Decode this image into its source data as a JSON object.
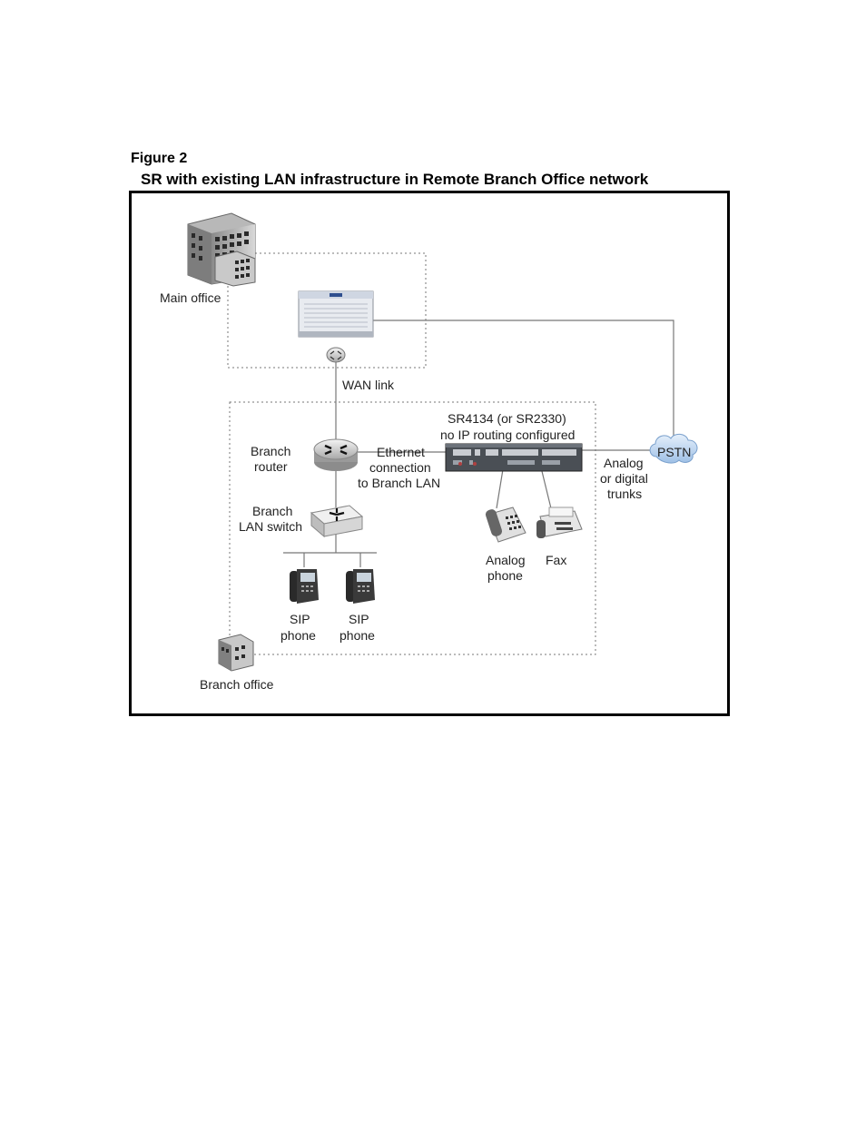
{
  "figure": {
    "label": "Figure 2",
    "caption": "SR with existing LAN infrastructure in Remote Branch Office network"
  },
  "labels": {
    "main_office": "Main office",
    "wan_link": "WAN link",
    "sr_model_line1": "SR4134 (or SR2330)",
    "sr_model_line2": "no IP routing configured",
    "branch_router_line1": "Branch",
    "branch_router_line2": "router",
    "ethernet_line1": "Ethernet",
    "ethernet_line2": "connection",
    "ethernet_line3": "to Branch LAN",
    "pstn": "PSTN",
    "trunks_line1": "Analog",
    "trunks_line2": "or digital",
    "trunks_line3": "trunks",
    "switch_line1": "Branch",
    "switch_line2": "LAN switch",
    "analog_phone_line1": "Analog",
    "analog_phone_line2": "phone",
    "fax": "Fax",
    "sip_phone1_line1": "SIP",
    "sip_phone1_line2": "phone",
    "sip_phone2_line1": "SIP",
    "sip_phone2_line2": "phone",
    "branch_office": "Branch office"
  }
}
